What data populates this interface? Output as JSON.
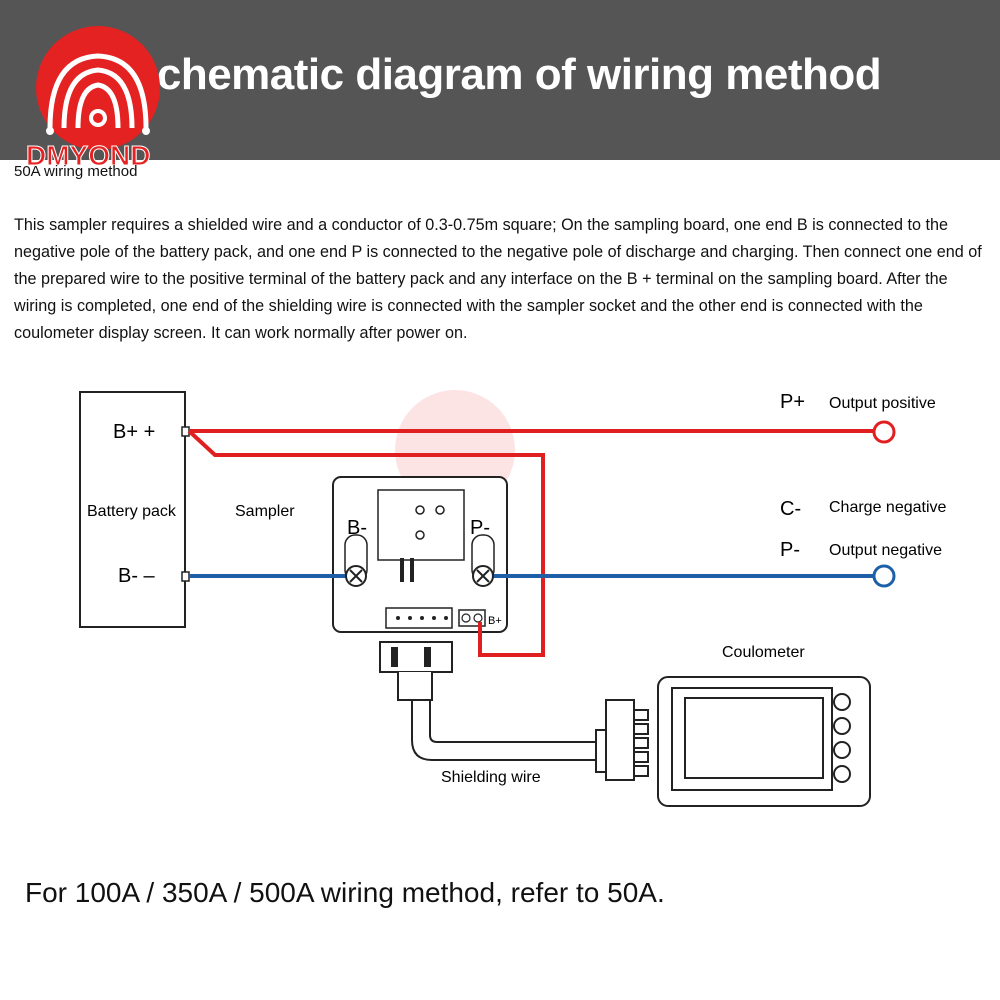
{
  "header": {
    "title": "Schematic diagram of wiring method",
    "brand": "DMYOND"
  },
  "subheading": "50A wiring method",
  "description": "This sampler requires a shielded wire and a conductor of 0.3-0.75m square; On the sampling board, one end B is connected to the negative pole of the battery pack, and one end P is connected to the negative pole of discharge and charging. Then connect one end of the prepared wire to the positive terminal of the battery pack and any interface on the B + terminal on the sampling board. After the wiring is completed, one end of the shielding wire is connected with the sampler socket and the other end is connected with the coulometer display screen. It can work normally after power on.",
  "diagram": {
    "battery": {
      "label": "Battery pack",
      "pos_terminal": "B+ +",
      "neg_terminal": "B- –"
    },
    "sampler": {
      "label": "Sampler",
      "b_minus": "B-",
      "p_minus": "P-",
      "b_plus": "B+"
    },
    "outputs": [
      {
        "symbol": "P+",
        "label": "Output positive"
      },
      {
        "symbol": "C-",
        "label": "Charge negative"
      },
      {
        "symbol": "P-",
        "label": "Output negative"
      }
    ],
    "coulometer": {
      "label": "Coulometer"
    },
    "shielding_wire": {
      "label": "Shielding wire"
    },
    "colors": {
      "positive_wire": "#e02020",
      "negative_wire": "#1f5fa8",
      "outline": "#222222"
    }
  },
  "footer_note": "For 100A / 350A / 500A wiring method, refer to 50A."
}
